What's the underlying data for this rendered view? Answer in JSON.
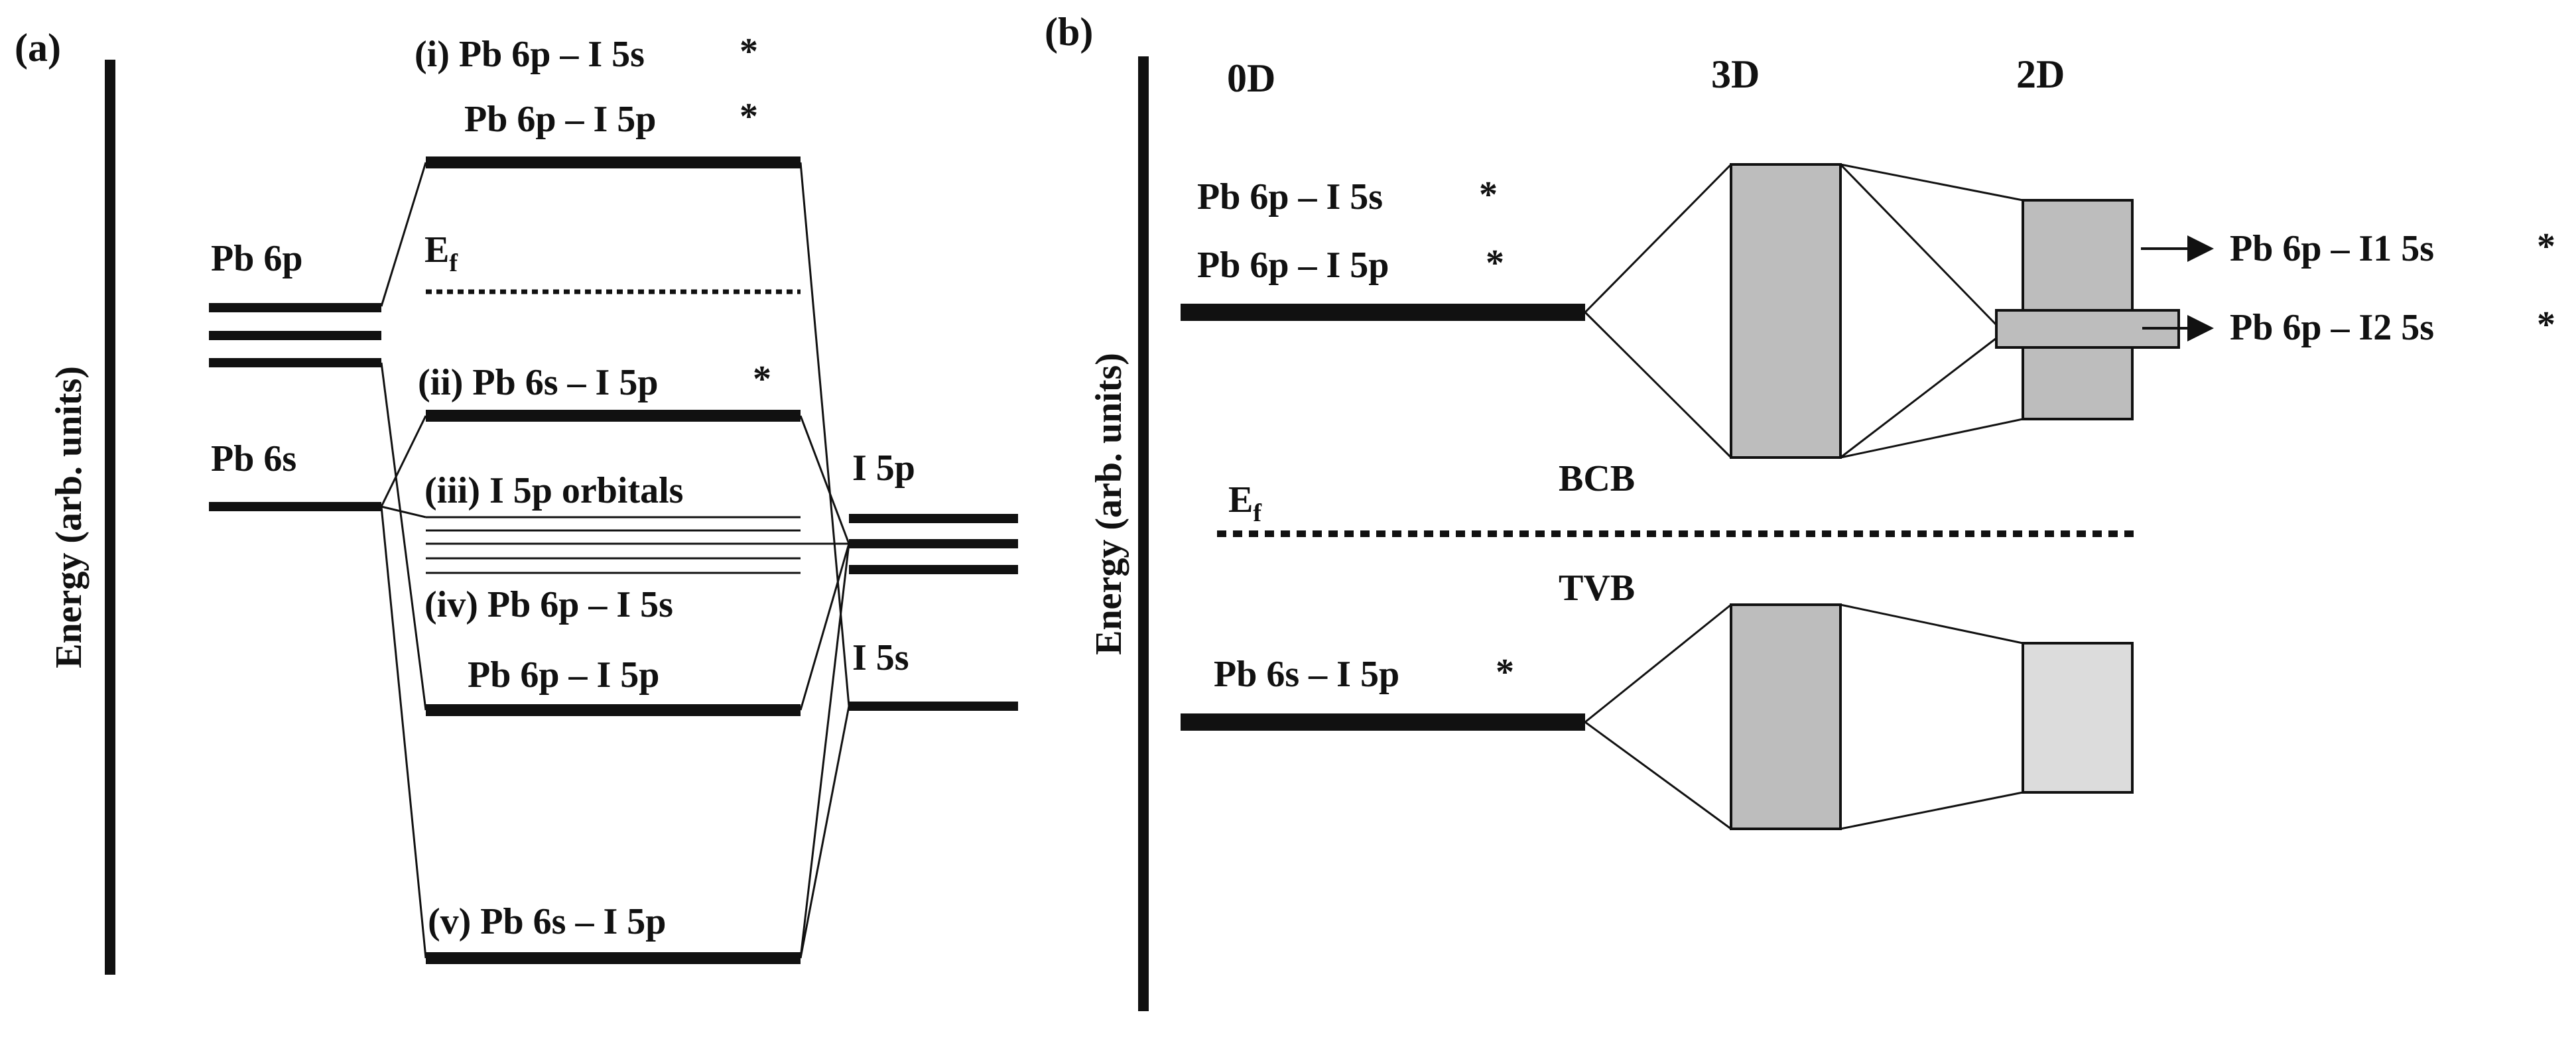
{
  "colors": {
    "ink": "#111111",
    "box_fill": "#bdbdbd",
    "box_fill_light": "#dcdcdc"
  },
  "panel_a": {
    "tag": "(a)",
    "axis_label": "Energy (arb. units)",
    "left": {
      "p_label": "Pb 6p",
      "s_label": "Pb 6s"
    },
    "right": {
      "p_label": "I 5p",
      "s_label": "I 5s"
    },
    "fermi": {
      "main": "E",
      "sub": "f"
    },
    "levels": {
      "i_line1": "(i) Pb 6p – I 5s",
      "i_star1": "*",
      "i_line2": "Pb 6p – I 5p",
      "i_star2": "*",
      "ii": "(ii) Pb 6s – I 5p",
      "ii_star": "*",
      "iii": "(iii) I 5p orbitals",
      "iv_line1": "(iv) Pb 6p – I 5s",
      "iv_line2": "Pb 6p – I 5p",
      "v": "(v) Pb 6s – I 5p"
    }
  },
  "panel_b": {
    "tag": "(b)",
    "axis_label": "Energy (arb. units)",
    "dims": {
      "zero_d": "0D",
      "three_d": "3D",
      "two_d": "2D"
    },
    "upper": {
      "line1": "Pb 6p – I 5s",
      "star1": "*",
      "line2": "Pb 6p – I 5p",
      "star2": "*"
    },
    "lower": {
      "line1": "Pb 6s – I 5p",
      "star1": "*"
    },
    "band_labels": {
      "bcb": "BCB",
      "tvb": "TVB"
    },
    "fermi": {
      "main": "E",
      "sub": "f"
    },
    "arrows": {
      "a1": "Pb 6p – I1 5s",
      "a1_star": "*",
      "a2": "Pb 6p – I2 5s",
      "a2_star": "*"
    }
  }
}
